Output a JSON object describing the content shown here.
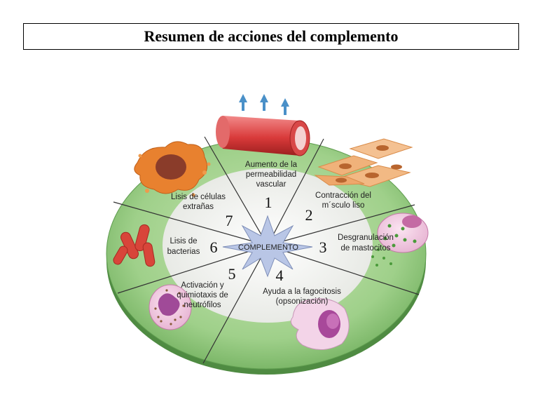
{
  "title": "Resumen de acciones del complemento",
  "center_label": "COMPLEMENTO",
  "colors": {
    "ring_green": "#8fc67a",
    "ring_dark": "#5e9c4e",
    "inner_gray": "#e9ebe6",
    "star": "#b9c6e6"
  },
  "actions": [
    {
      "number": "1",
      "lines": [
        "Aumento de la",
        "permeabilidad",
        "vascular"
      ],
      "icon": "blood-vessel-icon"
    },
    {
      "number": "2",
      "lines": [
        "Contracción del",
        "m´sculo liso"
      ],
      "icon": "smooth-muscle-icon"
    },
    {
      "number": "3",
      "lines": [
        "Desgranulación",
        "de mastocitos"
      ],
      "icon": "mast-cell-icon"
    },
    {
      "number": "4",
      "lines": [
        "Ayuda a la fagocitosis",
        "(opsonización)"
      ],
      "icon": "phagocyte-icon"
    },
    {
      "number": "5",
      "lines": [
        "Activación y",
        "quimiotaxis de",
        "neutrófilos"
      ],
      "icon": "neutrophil-icon"
    },
    {
      "number": "6",
      "lines": [
        "Lisis de",
        "bacterias"
      ],
      "icon": "bacteria-icon"
    },
    {
      "number": "7",
      "lines": [
        "Lisis de células",
        "extrañas"
      ],
      "icon": "foreign-cell-icon"
    }
  ]
}
